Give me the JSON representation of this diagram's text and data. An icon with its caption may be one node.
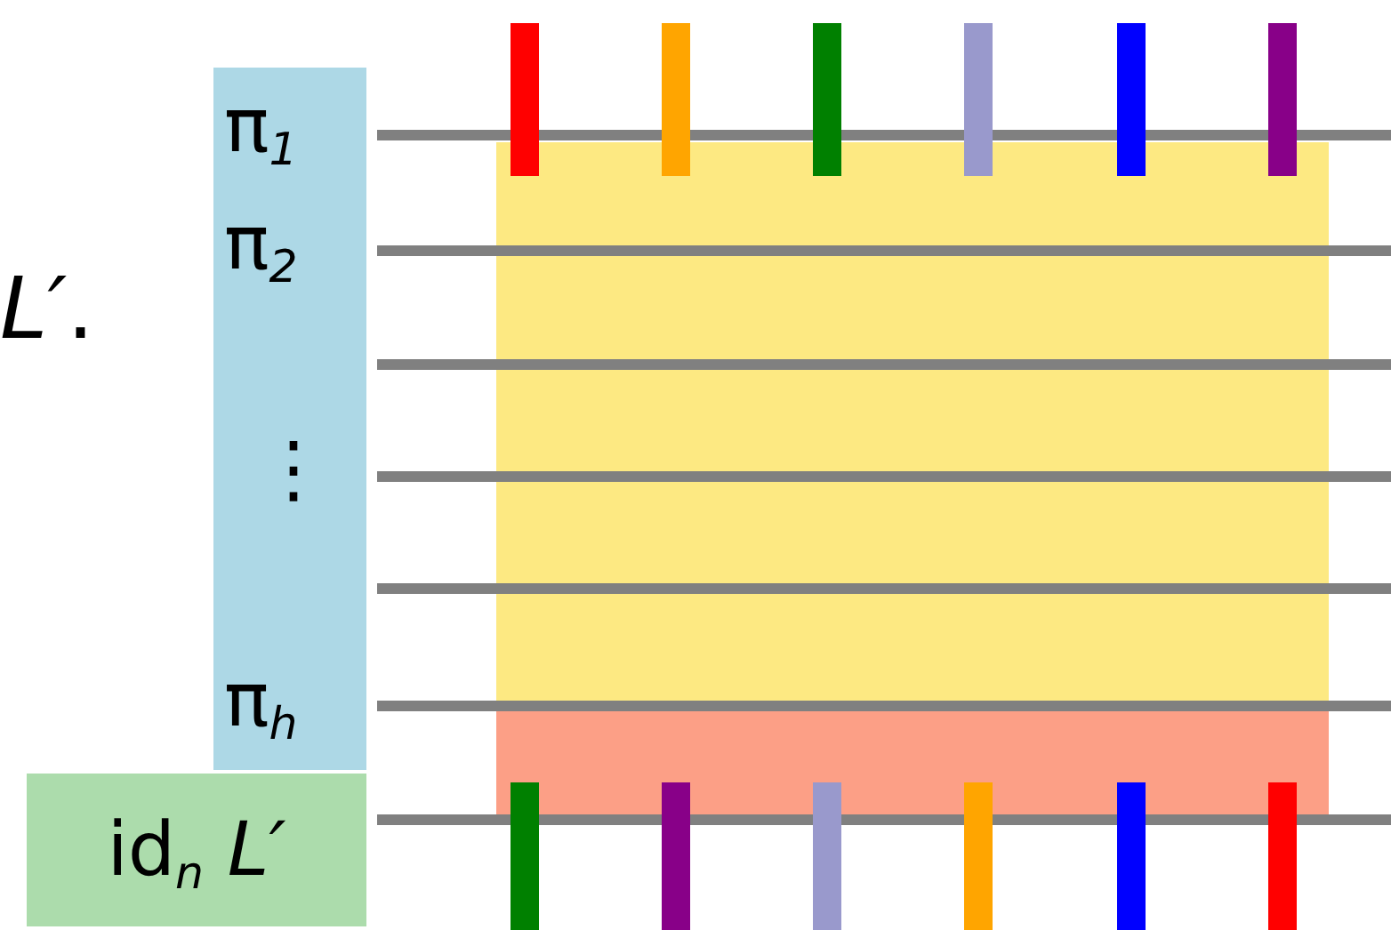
{
  "diagram": {
    "nodes": [
      {
        "text": [
          "π$_{1}$",
          "π$_{2}$",
          "⋮",
          "π$_{h}$"
        ]
      },
      {
        "text": [
          "id$_{n}$ *L′*"
        ]
      }
    ],
    "labels": [
      "*L′*."
    ]
  }
}
